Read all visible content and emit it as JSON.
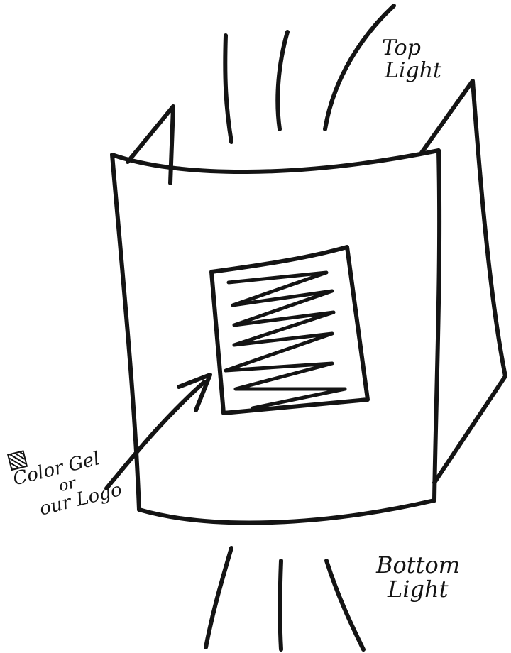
{
  "labels": {
    "top": [
      "Top",
      "Light"
    ],
    "bottom": [
      "Bottom",
      "Light"
    ],
    "callout": [
      "Color Gel",
      "or",
      "our Logo"
    ]
  },
  "icons": {
    "checkbox": "checked-box-icon",
    "arrow": "arrow-icon"
  },
  "colors": {
    "ink": "#141414",
    "paper": "#ffffff"
  }
}
